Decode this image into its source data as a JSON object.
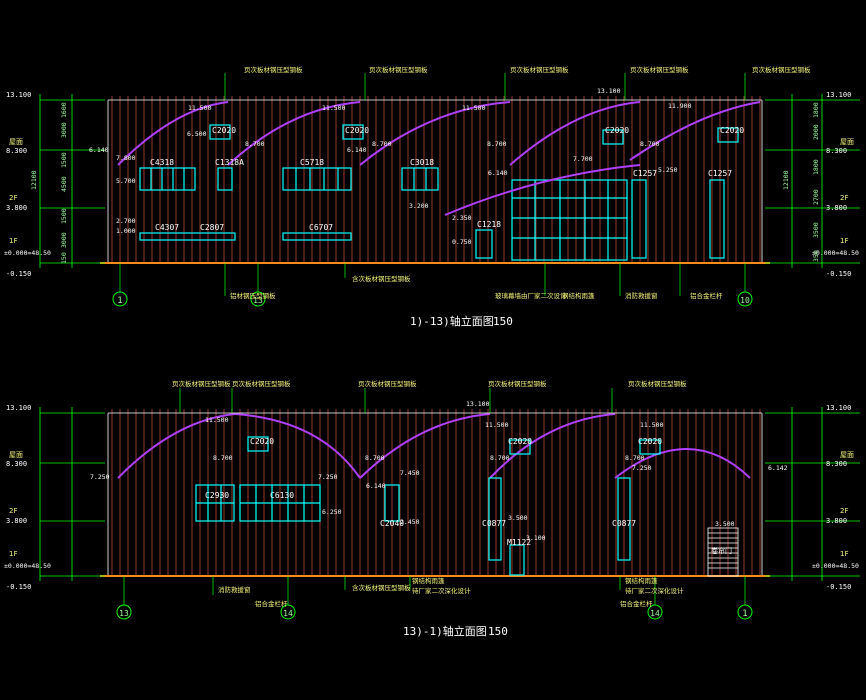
{
  "colors": {
    "background": "#000000",
    "grid": "#00c8c8",
    "roof": "#b040ff",
    "arc_stroke": "#ff6060",
    "ground": "#ff8c1a",
    "dimension": "#00ff00",
    "window": "#00ffff",
    "text": "#ffffff",
    "note": "#ffff66"
  },
  "elevation1": {
    "title": "1)-13)轴立面图",
    "scale": "150",
    "left_levels": [
      "13.100",
      "8.300",
      "3.800",
      "-0.150"
    ],
    "left_level_names": [
      "屋面",
      "2F",
      "1F"
    ],
    "left_base": "±0.000=48.50",
    "right_levels": [
      "13.100",
      "8.300",
      "3.800",
      "-0.150"
    ],
    "right_level_names": [
      "屋面",
      "2F",
      "1F"
    ],
    "right_base": "±0.000=48.50",
    "dims_left": [
      "1600",
      "3000",
      "1500",
      "4500",
      "1500",
      "3000",
      "150"
    ],
    "dims_left_total": "12100",
    "dims_right": [
      "1800",
      "2000",
      "1800",
      "2700",
      "3500",
      "350"
    ],
    "dims_right_total": "12100",
    "arc_levels": [
      "11.500",
      "11.500",
      "11.500",
      "13.100",
      "11.900"
    ],
    "arc_mid_levels": [
      "8.700",
      "8.700",
      "8.700",
      "8.700",
      "8.700"
    ],
    "misc_levels": [
      "6.140",
      "5.700",
      "6.500",
      "3.200",
      "7.800",
      "6.140",
      "6.140",
      "7.700",
      "6.500"
    ],
    "level_1_row": [
      "2.700",
      "1.000",
      "2.350",
      "0.750",
      "5.250"
    ],
    "window_tags": [
      "C2020",
      "C2020",
      "C2020",
      "C2020",
      "C2020",
      "C4318",
      "C1318A",
      "C5718",
      "C3018",
      "C1257",
      "C1257",
      "C4307",
      "C2807",
      "C6707",
      "C1218"
    ],
    "notes_top": [
      "页次板材钢压型钢板",
      "页次板材钢压型钢板",
      "页次板材钢压型钢板",
      "页次板材钢压型钢板",
      "页次板材钢压型钢板"
    ],
    "notes_bottom": [
      "铝材钢压型钢板",
      "玻璃幕墙由厂家二次设计",
      "钢结构雨篷",
      "消防救援窗",
      "铝合金栏杆"
    ],
    "bottom_note": "含次板材钢压型钢板",
    "axis_start": "1",
    "axis_end": "13",
    "axis_mid": [
      "13",
      "10"
    ]
  },
  "elevation2": {
    "title": "13)-1)轴立面图",
    "scale": "150",
    "left_levels": [
      "13.100",
      "8.300",
      "3.800",
      "-0.150"
    ],
    "left_level_names": [
      "屋面",
      "2F",
      "1F"
    ],
    "left_base": "±0.000=48.50",
    "right_levels": [
      "13.100",
      "8.300",
      "3.800",
      "-0.150"
    ],
    "right_level_names": [
      "屋面",
      "2F",
      "1F"
    ],
    "right_base": "±0.000=48.50",
    "arc_levels": [
      "11.500",
      "13.100",
      "11.500",
      "11.500"
    ],
    "arc_mid_levels": [
      "8.700",
      "8.700",
      "8.700",
      "8.700"
    ],
    "misc_levels": [
      "7.250",
      "7.250",
      "7.450",
      "6.140",
      "6.250",
      "2.450",
      "3.500",
      "3.100",
      "3.500",
      "3.500",
      "7.250",
      "6.142"
    ],
    "window_tags": [
      "C2020",
      "C2020",
      "C2020",
      "C2930",
      "C6130",
      "C2040",
      "C0877",
      "M1122",
      "C0877"
    ],
    "notes_top": [
      "页次板材钢压型钢板",
      "页次板材钢压型钢板",
      "页次板材钢压型钢板",
      "页次板材钢压型钢板",
      "页次板材钢压型钢板"
    ],
    "notes_bottom": [
      "消防救援窗",
      "铝合金栏杆",
      "钢结构雨篷",
      "待厂家二次深化设计",
      "钢结构雨篷",
      "待厂家二次深化设计",
      "铝合金栏杆"
    ],
    "bottom_note": "含次板材钢压型钢板",
    "door_label": "卷帘门",
    "axis_start": "13",
    "axis_end": "1",
    "axis_mid": [
      "14",
      "14"
    ]
  }
}
